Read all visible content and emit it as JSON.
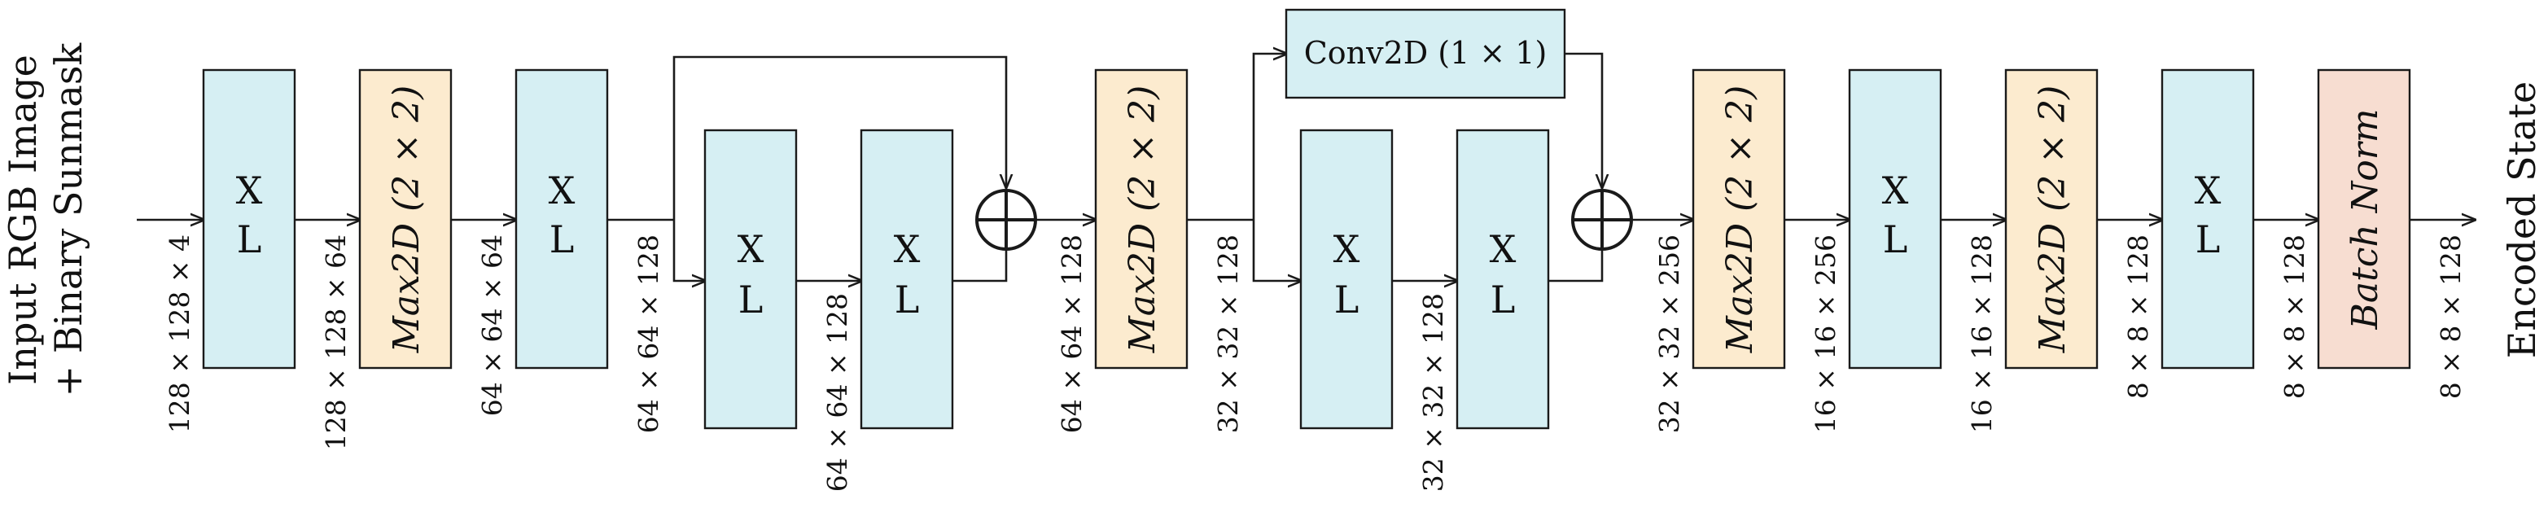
{
  "input_label": {
    "line1": "Input RGB Image",
    "line2": "+ Binary Sunmask"
  },
  "output_label": "Encoded State",
  "block_label": {
    "top": "X",
    "bottom": "L"
  },
  "pool_label": "Max2D (2 × 2)",
  "bn_label": "Batch Norm",
  "conv_label": "Conv2D (1 × 1)",
  "dims": [
    "128 × 128 × 4",
    "128 × 128 × 64",
    "64 × 64 × 64",
    "64 × 64 × 128",
    "64 × 64 × 128",
    "64 × 64 × 128",
    "32 × 32 × 128",
    "32 × 32 × 128",
    "32 × 32 × 256",
    "16 × 16 × 256",
    "16 × 16 × 128",
    "8 × 8 × 128",
    "8 × 8 × 128",
    "8 × 8 × 128"
  ],
  "colors": {
    "block": "#d6eff3",
    "pool": "#fcebcf",
    "batch_norm": "#f7ddd1",
    "line": "#1a1a1a"
  }
}
